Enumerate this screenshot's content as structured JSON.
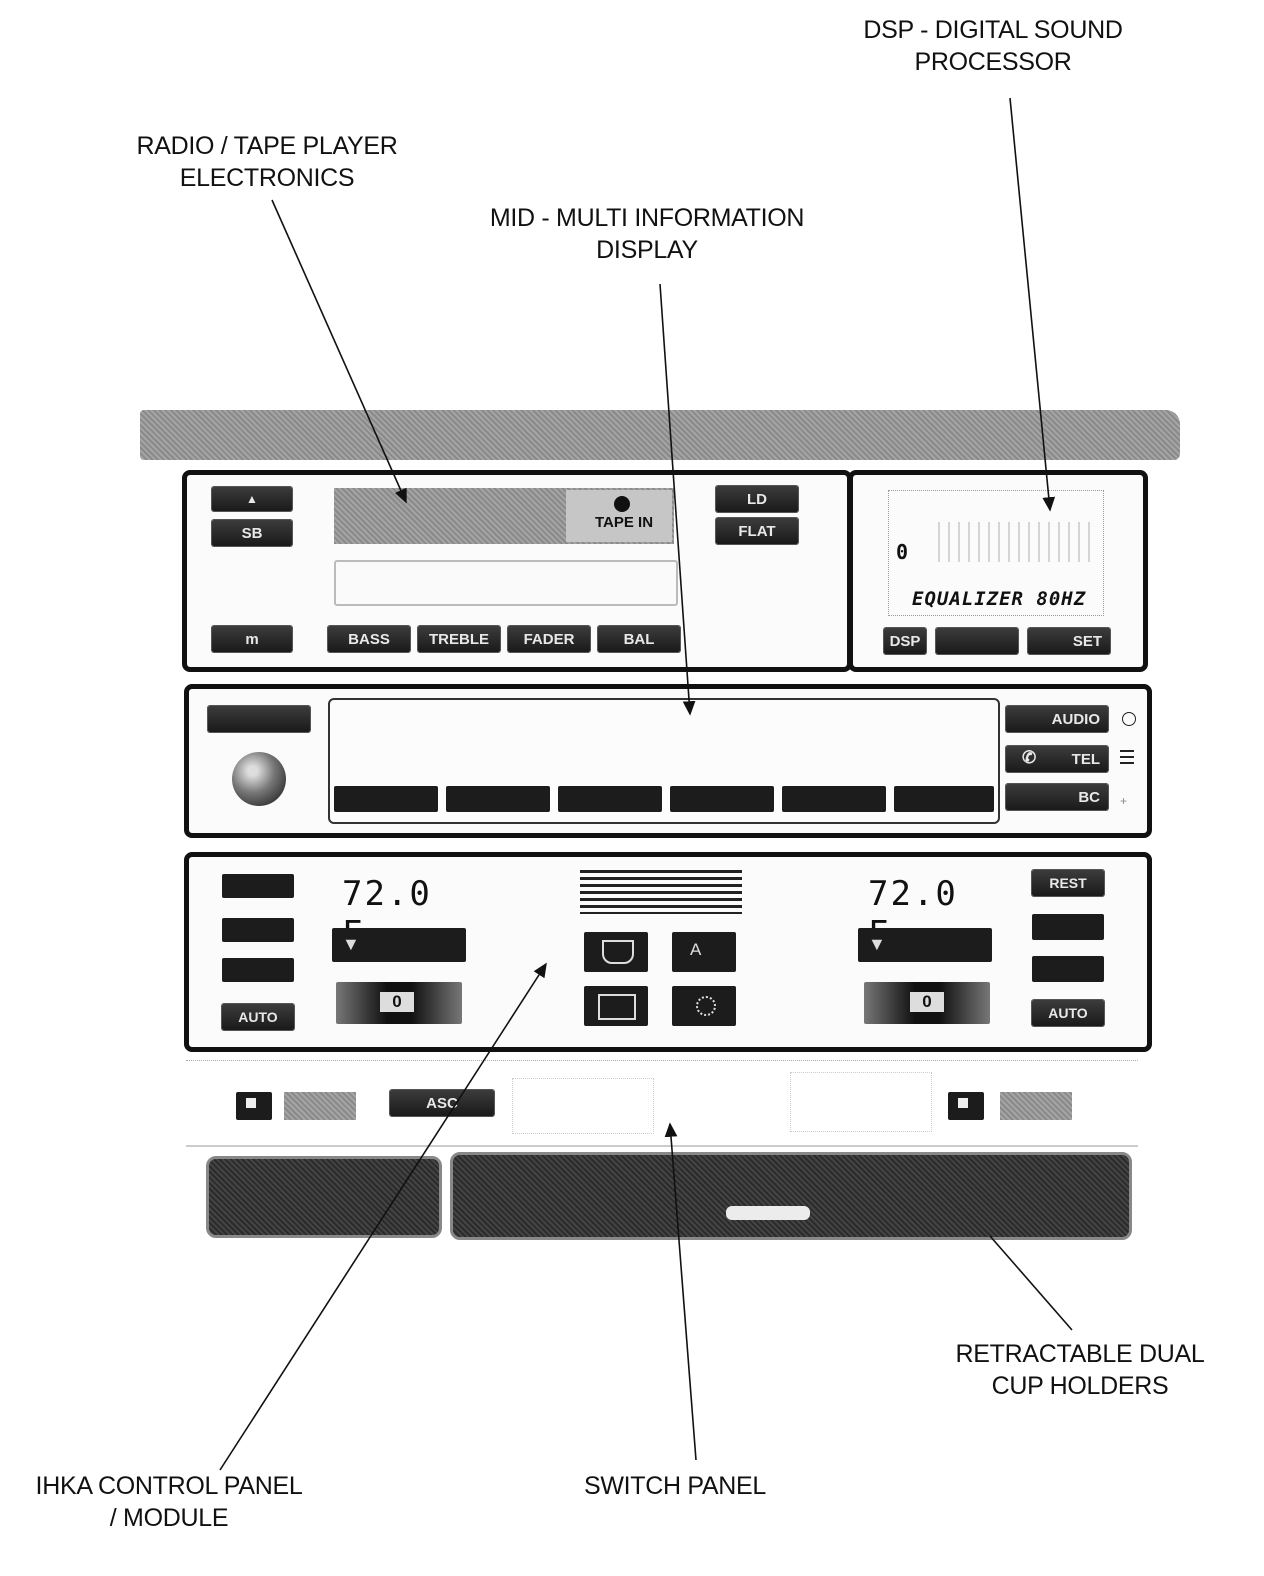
{
  "callouts": {
    "dsp": [
      "DSP - DIGITAL SOUND",
      "PROCESSOR"
    ],
    "radio": [
      "RADIO / TAPE PLAYER",
      "ELECTRONICS"
    ],
    "mid": [
      "MID - MULTI INFORMATION",
      "DISPLAY"
    ],
    "cup": [
      "RETRACTABLE DUAL",
      "CUP HOLDERS"
    ],
    "ihka": [
      "IHKA CONTROL PANEL",
      "/ MODULE"
    ],
    "switch": [
      "SWITCH PANEL"
    ]
  },
  "radio": {
    "sb": "SB",
    "m": "m",
    "tape_in": "TAPE IN",
    "ld": "LD",
    "flat": "FLAT",
    "bass": "BASS",
    "treble": "TREBLE",
    "fader": "FADER",
    "bal": "BAL"
  },
  "dsp": {
    "level": "0",
    "display_text": "EQUALIZER 80HZ",
    "dsp_btn": "DSP",
    "set_btn": "SET"
  },
  "mid": {
    "audio": "AUDIO",
    "tel": "TEL",
    "bc": "BC"
  },
  "ihka": {
    "temp_left": "72.0 F",
    "temp_right": "72.0 F",
    "fan_left": "0",
    "fan_right": "0",
    "auto_left": "AUTO",
    "auto_right": "AUTO",
    "rest": "REST"
  },
  "switch_panel": {
    "asc": "ASC"
  }
}
